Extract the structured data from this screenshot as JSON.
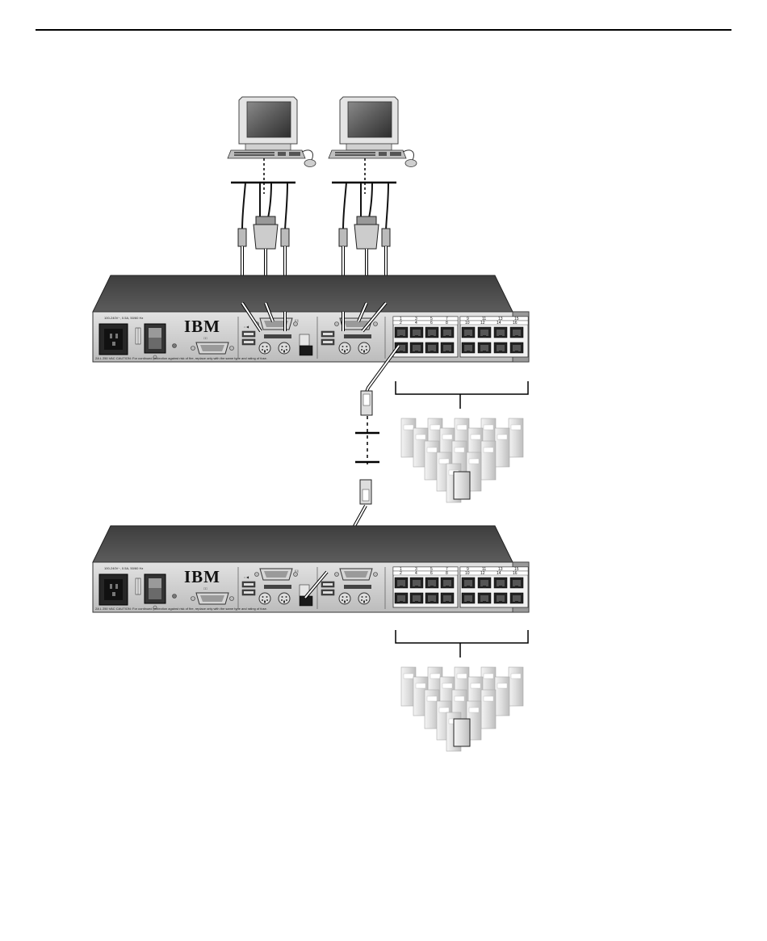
{
  "switches": [
    {
      "brand": "IBM",
      "rating": "100-240V~, 0.5A, 50/60 Hz",
      "caution": "2A L 250 VAC   CAUTION: For continued protection against risk of fire, replace only with the same type and rating of fuse.",
      "port_numbers_top": [
        "1",
        "3",
        "5",
        "7",
        "9",
        "11",
        "13",
        "15"
      ],
      "port_numbers_bottom": [
        "2",
        "4",
        "6",
        "8",
        "10",
        "12",
        "14",
        "16"
      ]
    },
    {
      "brand": "IBM",
      "rating": "100-240V~, 0.5A, 50/60 Hz",
      "caution": "2A L 250 VAC   CAUTION: For continued protection against risk of fire, replace only with the same type and rating of fuse.",
      "port_numbers_top": [
        "1",
        "3",
        "5",
        "7",
        "9",
        "11",
        "13",
        "15"
      ],
      "port_numbers_bottom": [
        "2",
        "4",
        "6",
        "8",
        "10",
        "12",
        "14",
        "16"
      ]
    }
  ],
  "icons": {
    "usb": "usb-icon",
    "monitor": "monitor-port-icon",
    "keyboard": "keyboard-port-icon",
    "mouse": "mouse-port-icon",
    "admin": "admin-port-icon",
    "power": "power-switch-icon"
  },
  "colors": {
    "chassis_top": "#4f4f4f",
    "chassis_panel": "#cfcfcf",
    "port_fill": "#1f1f1f",
    "line": "#000000",
    "server_fill": "#e6e6e6"
  }
}
